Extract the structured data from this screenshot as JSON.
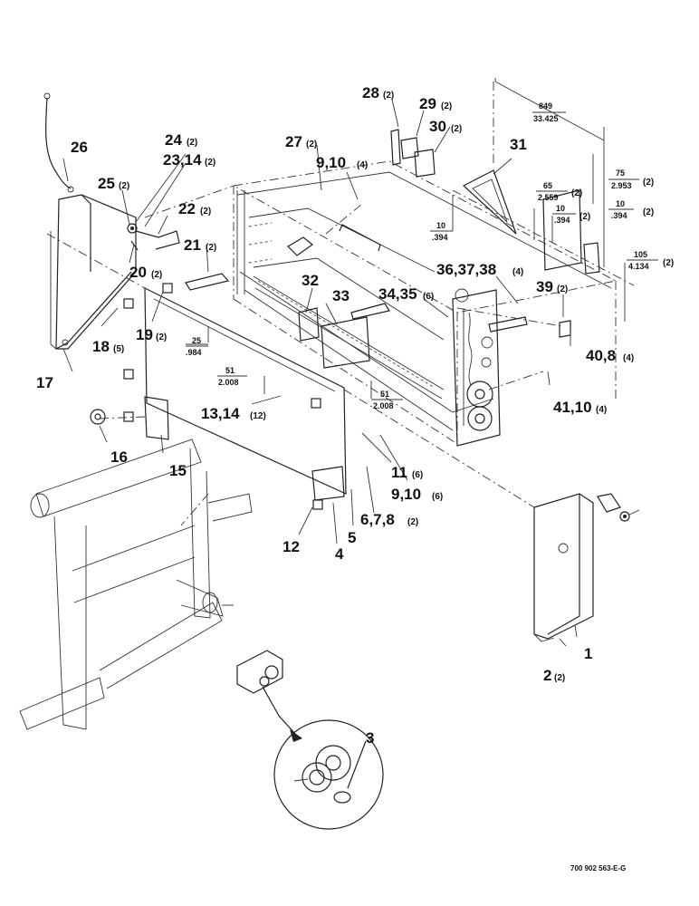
{
  "drawing_number": "700 902 563-E-G",
  "callouts": [
    {
      "id": "c1",
      "label": "1",
      "qty": ""
    },
    {
      "id": "c2",
      "label": "2",
      "qty": "(2)"
    },
    {
      "id": "c3",
      "label": "3",
      "qty": ""
    },
    {
      "id": "c4",
      "label": "4",
      "qty": ""
    },
    {
      "id": "c5",
      "label": "5",
      "qty": ""
    },
    {
      "id": "c6",
      "label": "6,7,8",
      "qty": "(2)"
    },
    {
      "id": "c9a",
      "label": "9,10",
      "qty": "(4)"
    },
    {
      "id": "c9b",
      "label": "9,10",
      "qty": "(6)"
    },
    {
      "id": "c11",
      "label": "11",
      "qty": "(6)"
    },
    {
      "id": "c12",
      "label": "12",
      "qty": ""
    },
    {
      "id": "c13",
      "label": "13,14",
      "qty": "(12)"
    },
    {
      "id": "c15",
      "label": "15",
      "qty": ""
    },
    {
      "id": "c16",
      "label": "16",
      "qty": ""
    },
    {
      "id": "c17",
      "label": "17",
      "qty": ""
    },
    {
      "id": "c18",
      "label": "18",
      "qty": "(5)"
    },
    {
      "id": "c19",
      "label": "19",
      "qty": "(2)"
    },
    {
      "id": "c20",
      "label": "20",
      "qty": "(2)"
    },
    {
      "id": "c21",
      "label": "21",
      "qty": "(2)"
    },
    {
      "id": "c22",
      "label": "22",
      "qty": "(2)"
    },
    {
      "id": "c23",
      "label": "23,14",
      "qty": "(2)"
    },
    {
      "id": "c24",
      "label": "24",
      "qty": "(2)"
    },
    {
      "id": "c25",
      "label": "25",
      "qty": "(2)"
    },
    {
      "id": "c26",
      "label": "26",
      "qty": ""
    },
    {
      "id": "c27",
      "label": "27",
      "qty": "(2)"
    },
    {
      "id": "c28",
      "label": "28",
      "qty": "(2)"
    },
    {
      "id": "c29",
      "label": "29",
      "qty": "(2)"
    },
    {
      "id": "c30",
      "label": "30",
      "qty": "(2)"
    },
    {
      "id": "c31",
      "label": "31",
      "qty": ""
    },
    {
      "id": "c32",
      "label": "32",
      "qty": ""
    },
    {
      "id": "c33",
      "label": "33",
      "qty": ""
    },
    {
      "id": "c34",
      "label": "34,35",
      "qty": "(6)"
    },
    {
      "id": "c36",
      "label": "36,37,38",
      "qty": "(4)"
    },
    {
      "id": "c39",
      "label": "39",
      "qty": "(2)"
    },
    {
      "id": "c40",
      "label": "40,8",
      "qty": "(4)"
    },
    {
      "id": "c41",
      "label": "41,10",
      "qty": "(4)"
    }
  ],
  "dimensions": [
    {
      "id": "d849",
      "mm": "849",
      "inch": "33.425",
      "qty": ""
    },
    {
      "id": "d75",
      "mm": "75",
      "inch": "2.953",
      "qty": "(2)"
    },
    {
      "id": "d10a",
      "mm": "10",
      "inch": ".394",
      "qty": "(2)"
    },
    {
      "id": "d65",
      "mm": "65",
      "inch": "2.559",
      "qty": "(2)"
    },
    {
      "id": "d10b",
      "mm": "10",
      "inch": ".394",
      "qty": "(2)"
    },
    {
      "id": "d10c",
      "mm": "10",
      "inch": ".394",
      "qty": ""
    },
    {
      "id": "d105",
      "mm": "105",
      "inch": "4.134",
      "qty": "(2)"
    },
    {
      "id": "d25",
      "mm": "25",
      "inch": ".984",
      "qty": ""
    },
    {
      "id": "d51a",
      "mm": "51",
      "inch": "2.008",
      "qty": ""
    },
    {
      "id": "d51b",
      "mm": "51",
      "inch": "2.008",
      "qty": ""
    }
  ]
}
